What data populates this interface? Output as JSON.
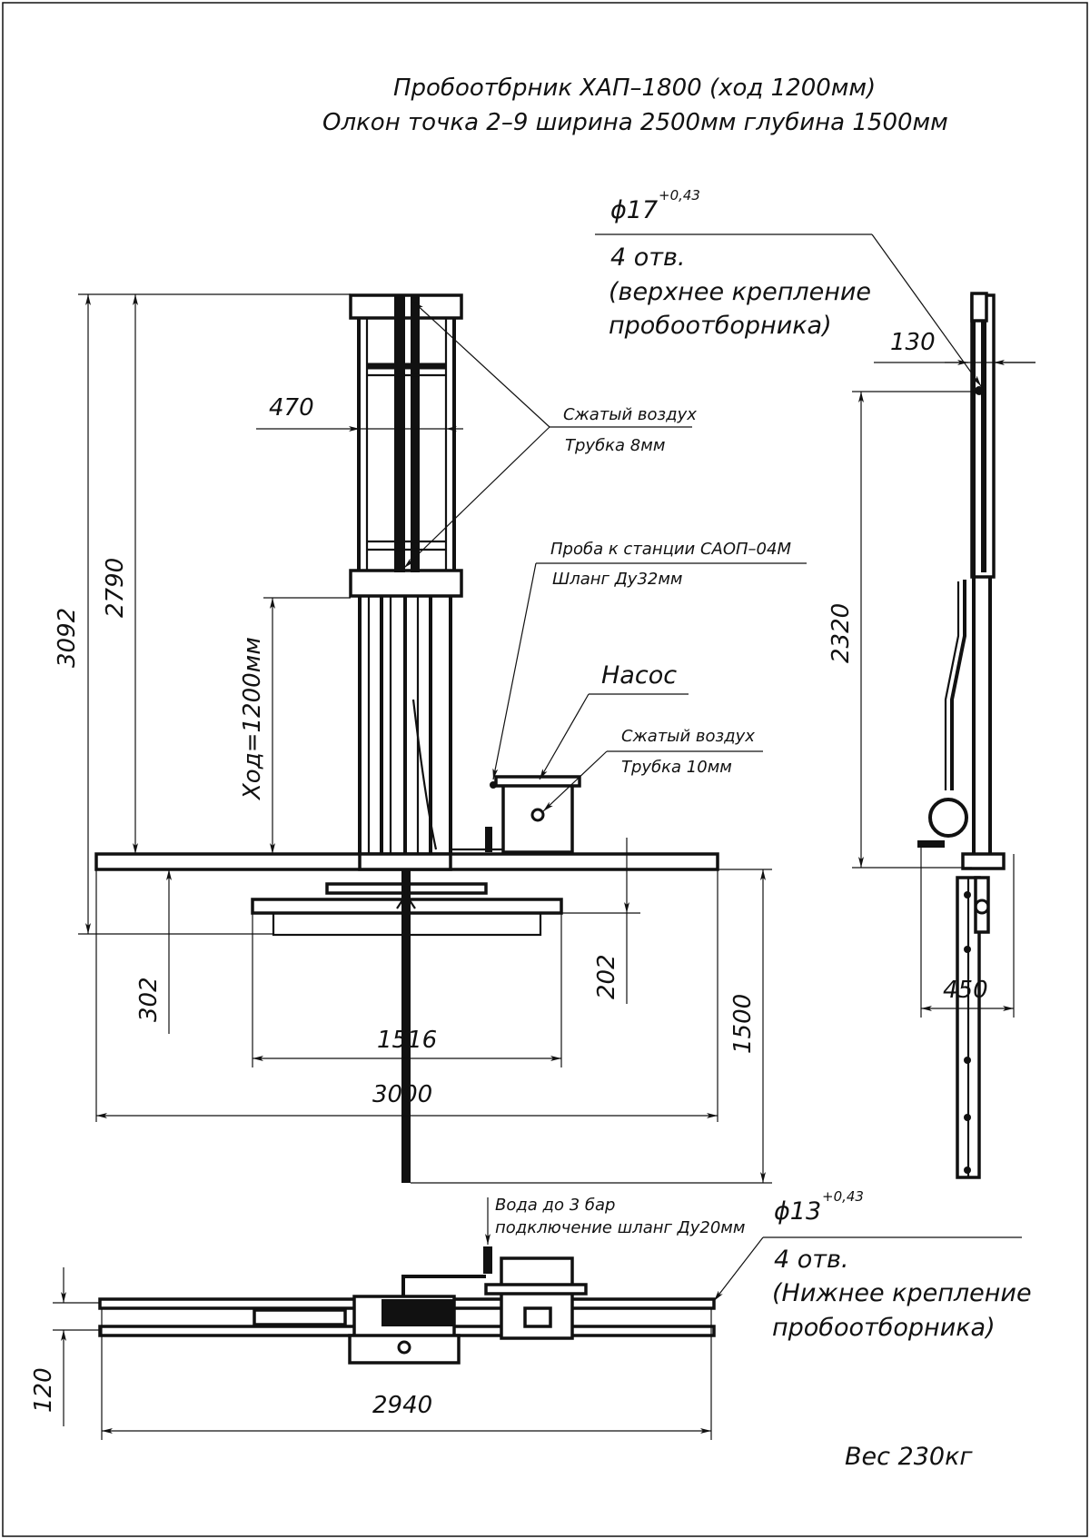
{
  "title": {
    "line1": "Пробоотбрник ХАП–1800 (ход 1200мм)",
    "line2": "Олкон точка 2–9 ширина 2500мм глубина 1500мм"
  },
  "top_mount_note": {
    "diameter": "ϕ17",
    "tolerance": "+0,43",
    "count": "4 отв.",
    "line1": "(верхнее крепление",
    "line2": "пробоотборника)"
  },
  "bottom_mount_note": {
    "diameter": "ϕ13",
    "tolerance": "+0,43",
    "count": "4 отв.",
    "line1": "(Нижнее крепление",
    "line2": "пробоотборника)"
  },
  "callouts": {
    "air_8": {
      "line1": "Сжатый воздух",
      "line2": "Трубка 8мм"
    },
    "sample": {
      "line1": "Проба к станции САОП–04М",
      "line2": "Шланг Ду32мм"
    },
    "pump": {
      "label": "Насос"
    },
    "air_10": {
      "line1": "Сжатый воздух",
      "line2": "Трубка 10мм"
    },
    "water": {
      "line1": "Вода до 3 бар",
      "line2": "подключение шланг Ду20мм"
    }
  },
  "dimensions": {
    "front_view": {
      "overall_height": "3092",
      "height_to_frame": "2790",
      "column_width": "470",
      "stroke": "Ход=1200мм",
      "below_frame": "302",
      "tray_depth": "202",
      "tray_width": "1516",
      "frame_width": "3000",
      "depth": "1500"
    },
    "side_view": {
      "mount_offset": "130",
      "height": "2320",
      "width": "450"
    },
    "plan_view": {
      "rail_spacing": "120",
      "length": "2940"
    }
  },
  "weight": "Вес 230кг",
  "colors": {
    "ink": "#111111",
    "paper": "#ffffff"
  }
}
